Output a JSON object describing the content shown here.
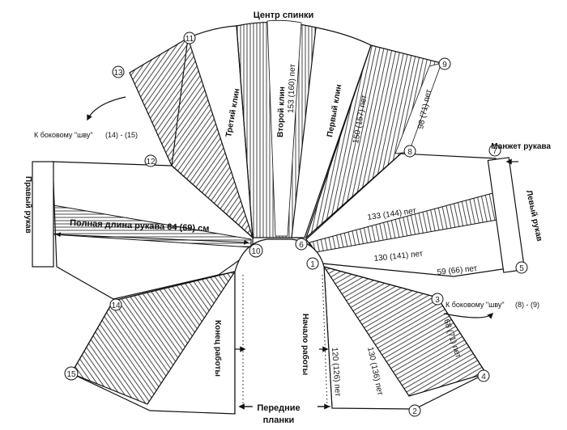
{
  "title": "Центр спинки",
  "labels": {
    "first_wedge": "Первый клин",
    "second_wedge": "Второй клин",
    "third_wedge": "Третий клин",
    "right_sleeve": "Правый рукав",
    "left_sleeve": "Левый рукав",
    "sleeve_cuff": "Манжет рукава",
    "full_sleeve_length": "Полная длина рукава 64 (69) см",
    "end_of_work": "Конец работы",
    "start_of_work": "Начало работы",
    "front_bands": "Передние планки",
    "to_side_seam_left": "К боковому \"шву\"",
    "to_side_seam_left_nums": "(14) - (15)",
    "to_side_seam_right": "К боковому \"шву\"",
    "to_side_seam_right_nums": "(8) - (9)"
  },
  "stitch_counts": {
    "second_wedge": "153 (160) пет",
    "first_wedge": "150 (157) пет",
    "upper_right": "98 (71) пет",
    "sleeve_top": "133 (144) пет",
    "sleeve_mid": "130 (141) пет",
    "sleeve_low": "59 (66) пет",
    "lower_right_a": "68 (71) пет",
    "lower_right_b": "130 (136) пет",
    "front_band": "120 (126) пет"
  },
  "markers": [
    "1",
    "2",
    "3",
    "4",
    "5",
    "6",
    "7",
    "8",
    "9",
    "10",
    "11",
    "12",
    "13",
    "14",
    "15"
  ],
  "colors": {
    "title": "#9b30d9",
    "end_of_work": "#5b2fc9",
    "start_of_work": "#c0272d",
    "ink": "#111111"
  }
}
